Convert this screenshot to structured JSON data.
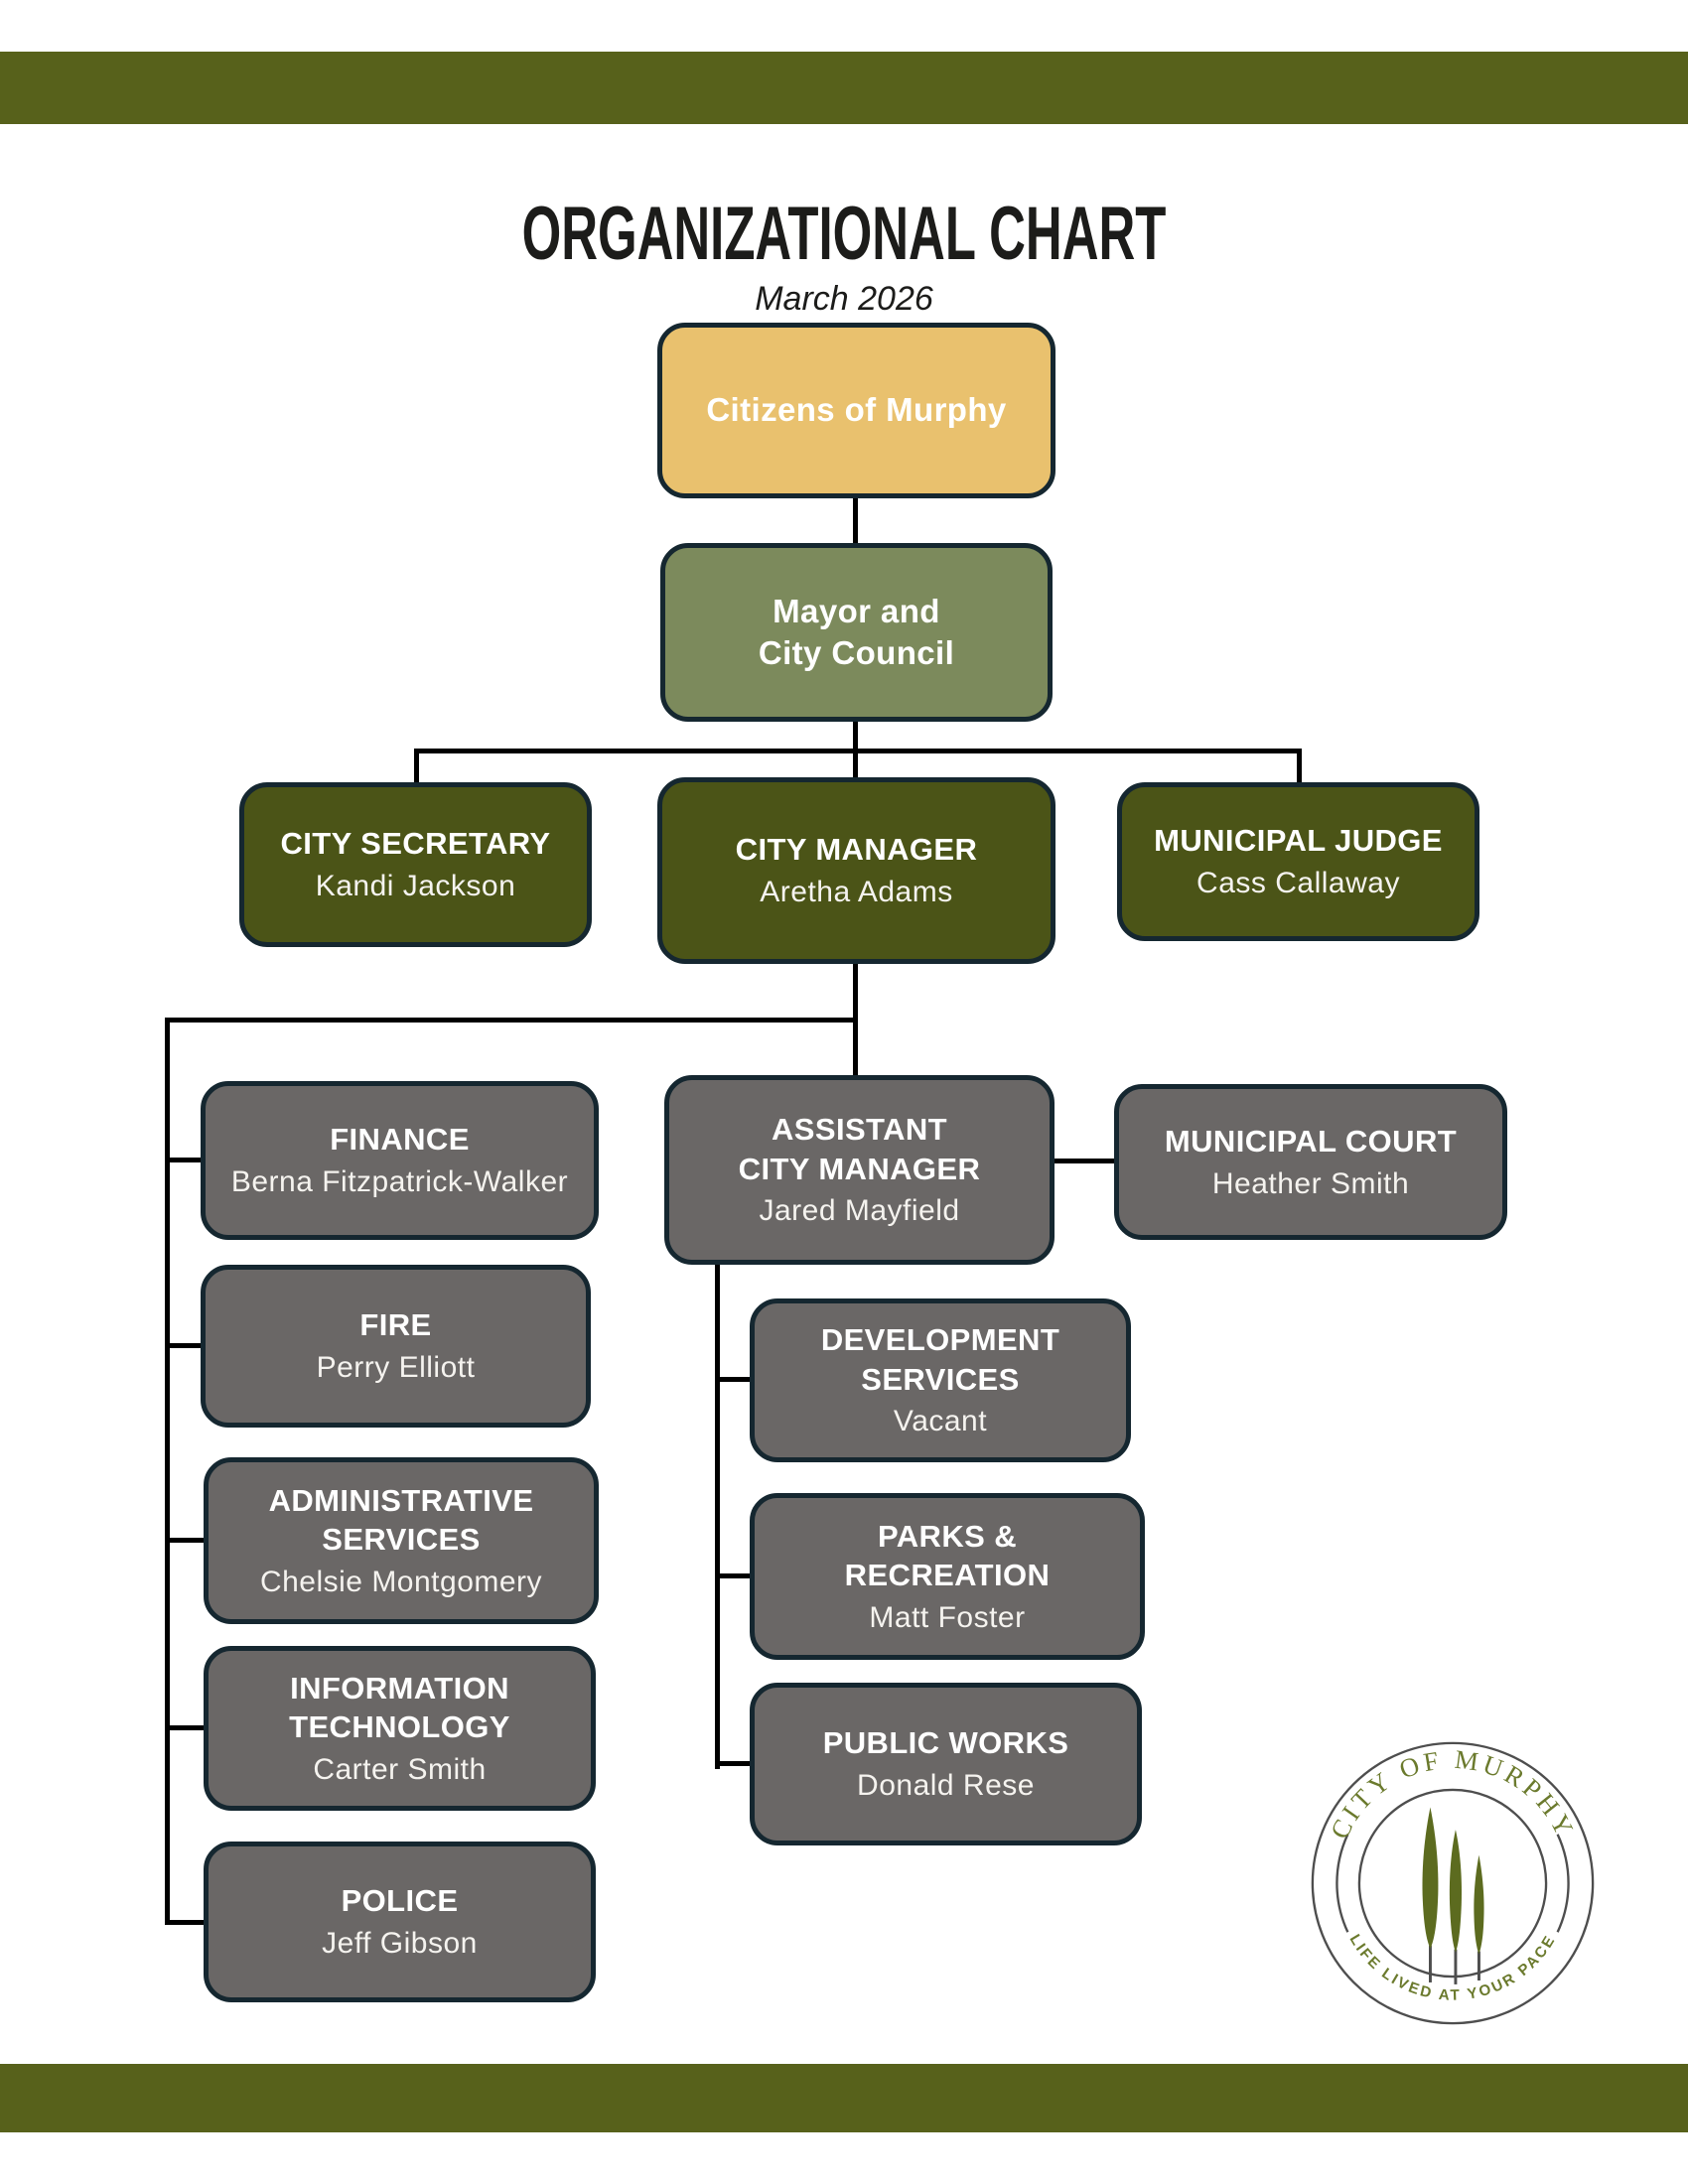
{
  "header": {
    "title": "ORGANIZATIONAL CHART",
    "subtitle": "March 2026"
  },
  "org": {
    "citizens": {
      "title": "Citizens of Murphy"
    },
    "mayor_council": {
      "title": "Mayor and\nCity Council"
    },
    "city_secretary": {
      "title": "CITY SECRETARY",
      "name": "Kandi Jackson"
    },
    "city_manager": {
      "title": "CITY MANAGER",
      "name": "Aretha Adams"
    },
    "municipal_judge": {
      "title": "MUNICIPAL JUDGE",
      "name": "Cass Callaway"
    },
    "finance": {
      "title": "FINANCE",
      "name": "Berna Fitzpatrick-Walker"
    },
    "fire": {
      "title": "FIRE",
      "name": "Perry Elliott"
    },
    "administrative_services": {
      "title": "ADMINISTRATIVE\nSERVICES",
      "name": "Chelsie Montgomery"
    },
    "information_technology": {
      "title": "INFORMATION\nTECHNOLOGY",
      "name": "Carter Smith"
    },
    "police": {
      "title": "POLICE",
      "name": "Jeff Gibson"
    },
    "assistant_city_manager": {
      "title": "ASSISTANT\nCITY MANAGER",
      "name": "Jared Mayfield"
    },
    "municipal_court": {
      "title": "MUNICIPAL COURT",
      "name": "Heather Smith"
    },
    "development_services": {
      "title": "DEVELOPMENT\nSERVICES",
      "name": "Vacant"
    },
    "parks_recreation": {
      "title": "PARKS &\nRECREATION",
      "name": "Matt Foster"
    },
    "public_works": {
      "title": "PUBLIC WORKS",
      "name": "Donald Rese"
    }
  },
  "logo": {
    "top_text": "CITY OF MURPHY",
    "bottom_text": "LIFE LIVED AT YOUR PACE"
  },
  "colors": {
    "accent_bar": "#57611b",
    "olive_box": "#4b5417",
    "tan_box": "#e9c16e",
    "sage_box": "#7c8a5c",
    "gray_box": "#6a6766",
    "box_border": "#152730",
    "connector": "#000000",
    "logo_green": "#6b7a2d"
  }
}
